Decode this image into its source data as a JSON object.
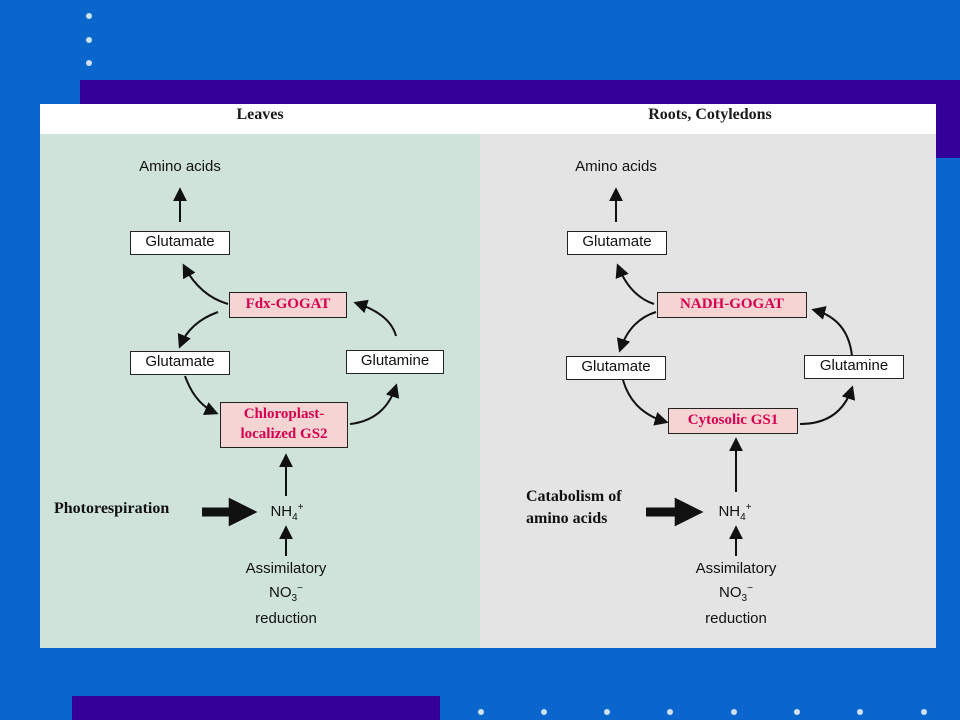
{
  "colors": {
    "slide_background": "#0a66cc",
    "accent_bar": "#330099",
    "leaves_panel": "#cfe3da",
    "roots_panel": "#e4e4e4",
    "enzyme_fill": "#f5d4d4",
    "enzyme_text": "#d6004f"
  },
  "leaves": {
    "title": "Leaves",
    "amino_acids": "Amino acids",
    "glutamate_top": "Glutamate",
    "enzyme_gogat": "Fdx-GOGAT",
    "glutamate_mid": "Glutamate",
    "glutamine": "Glutamine",
    "enzyme_gs_line1": "Chloroplast-",
    "enzyme_gs_line2": "localized GS2",
    "source": "Photorespiration",
    "nh4": "NH",
    "nh4_sub": "4",
    "nh4_sup": "+",
    "assim_line1": "Assimilatory",
    "assim_no": "NO",
    "assim_no_sub": "3",
    "assim_no_sup": "−",
    "assim_line3": "reduction"
  },
  "roots": {
    "title": "Roots, Cotyledons",
    "amino_acids": "Amino acids",
    "glutamate_top": "Glutamate",
    "enzyme_gogat": "NADH-GOGAT",
    "glutamate_mid": "Glutamate",
    "glutamine": "Glutamine",
    "enzyme_gs": "Cytosolic GS1",
    "source_line1": "Catabolism of",
    "source_line2": "amino acids",
    "nh4": "NH",
    "nh4_sub": "4",
    "nh4_sup": "+",
    "assim_line1": "Assimilatory",
    "assim_no": "NO",
    "assim_no_sub": "3",
    "assim_no_sup": "−",
    "assim_line3": "reduction"
  }
}
